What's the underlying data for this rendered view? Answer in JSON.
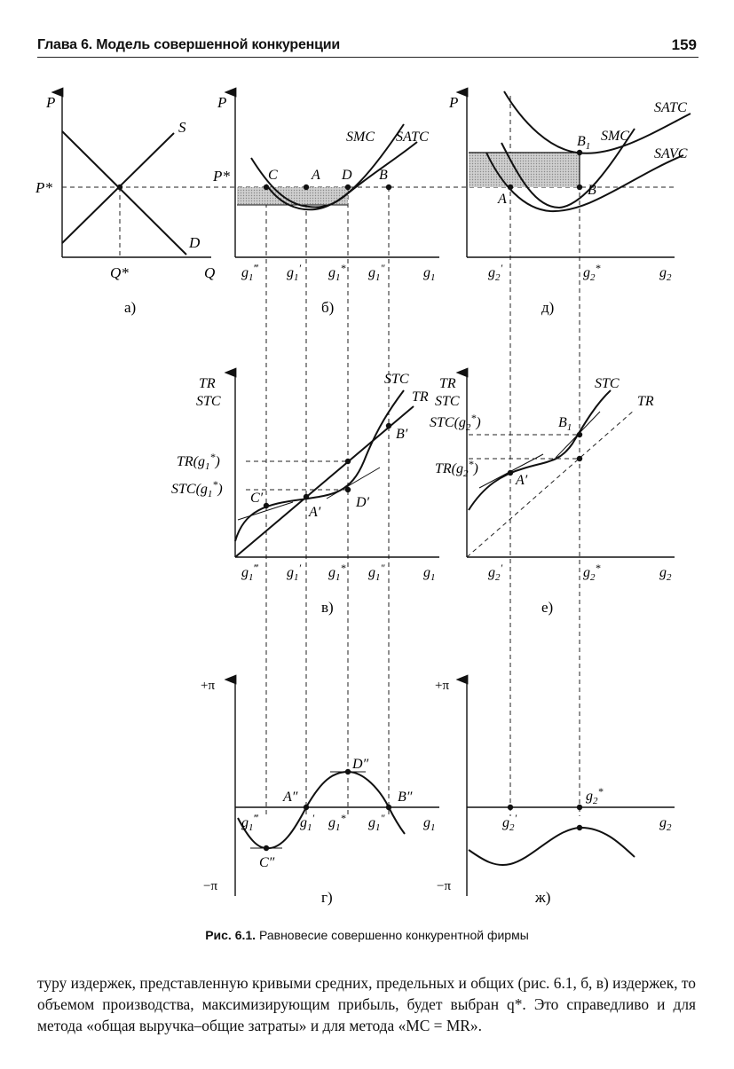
{
  "header": {
    "chapter": "Глава 6. Модель совершенной конкуренции",
    "page": "159"
  },
  "caption": {
    "label": "Рис. 6.1.",
    "text": "Равновесие совершенно конкурентной фирмы"
  },
  "body_text": "туру издержек, представленную кривыми средних, предельных и общих (рис. 6.1, б, в) издержек, то объемом производства, максимизирующим прибыль, будет выбран q*. Это справедливо и для метода «общая выручка–общие затраты» и для метода «MC = MR».",
  "figure": {
    "panels": [
      {
        "label": "а)",
        "y": "P",
        "x": "Q",
        "p_star": "P*",
        "q_star": "Q*",
        "curves": [
          "S",
          "D"
        ]
      },
      {
        "label": "б)",
        "y": "P",
        "x": "g1",
        "p_star": "P*",
        "curves": [
          "SMC",
          "SATC"
        ],
        "points": [
          "C",
          "A",
          "D",
          "B"
        ],
        "ticks": [
          "g1‴",
          "g1′",
          "g1*",
          "g1″"
        ]
      },
      {
        "label": "в)",
        "y": [
          "TR",
          "STC"
        ],
        "x": "g1",
        "curves": [
          "STC",
          "TR"
        ],
        "points": [
          "C′",
          "A′",
          "D′",
          "B′"
        ],
        "levels": [
          "TR(g1*)",
          "STC(g1*)"
        ],
        "ticks": [
          "g1‴",
          "g1′",
          "g1*",
          "g1″"
        ]
      },
      {
        "label": "г)",
        "y_top": "+π",
        "y_bottom": "−π",
        "x": "g1",
        "points": [
          "A″",
          "B″",
          "C″",
          "D″"
        ],
        "ticks": [
          "g1‴",
          "g1′",
          "g1*",
          "g1″"
        ]
      },
      {
        "label": "д)",
        "y": "P",
        "x": "g2",
        "curves": [
          "SATC",
          "SMC",
          "SAVC"
        ],
        "points": [
          "B1",
          "A",
          "B"
        ],
        "ticks": [
          "g2′",
          "g2*"
        ]
      },
      {
        "label": "е)",
        "y": [
          "TR",
          "STC"
        ],
        "x": "g2",
        "curves": [
          "STC",
          "TR"
        ],
        "points": [
          "B1",
          "A′"
        ],
        "levels": [
          "STC(g2*)",
          "TR(g2*)"
        ],
        "ticks": [
          "g2′",
          "g2*"
        ]
      },
      {
        "label": "ж)",
        "y_top": "+π",
        "y_bottom": "−π",
        "x": "g2",
        "ticks": [
          "g2′",
          "g2*"
        ]
      }
    ]
  }
}
